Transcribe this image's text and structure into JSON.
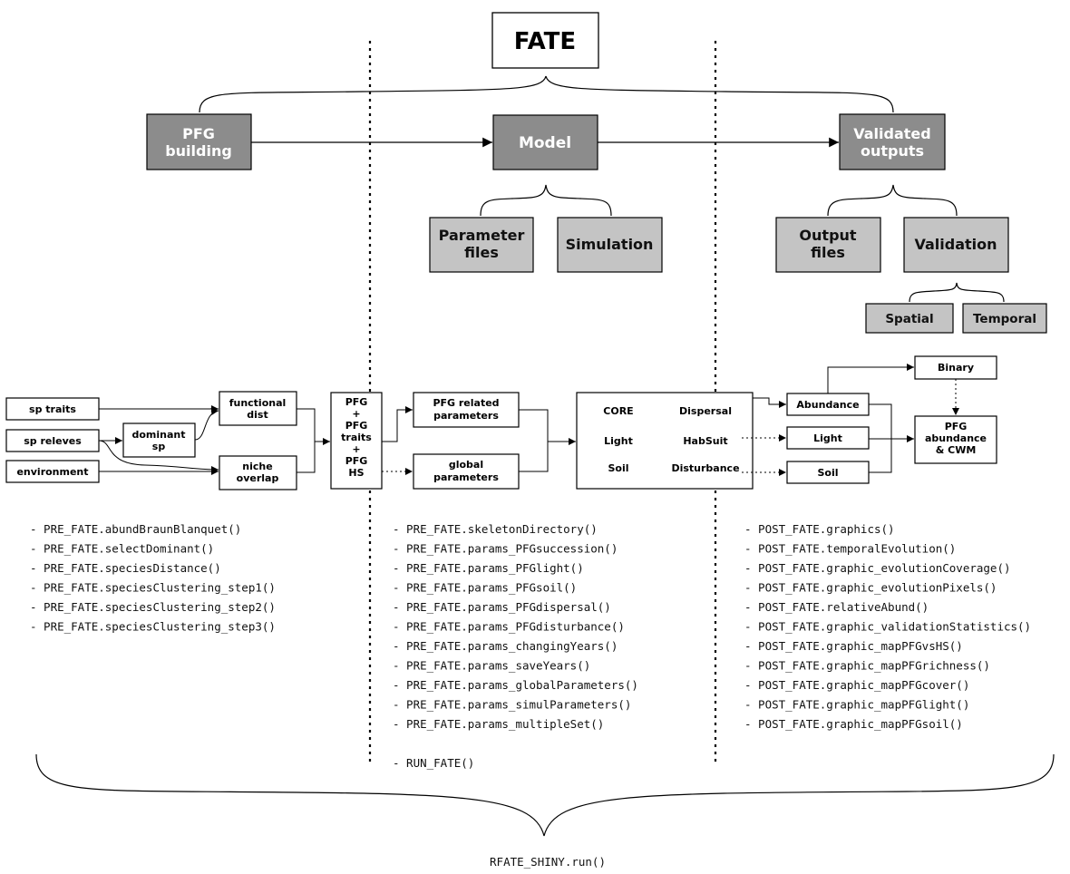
{
  "top": {
    "title": "FATE",
    "pfg_building": [
      "PFG",
      "building"
    ],
    "model": "Model",
    "validated_outputs": [
      "Validated",
      "outputs"
    ],
    "parameter_files": [
      "Parameter",
      "files"
    ],
    "simulation": "Simulation",
    "output_files": [
      "Output",
      "files"
    ],
    "validation": "Validation",
    "spatial": "Spatial",
    "temporal": "Temporal"
  },
  "workflow": {
    "sp_traits": "sp traits",
    "sp_releves": "sp releves",
    "environment": "environment",
    "dominant_sp": [
      "dominant",
      "sp"
    ],
    "functional_dist": [
      "functional",
      "dist"
    ],
    "niche_overlap": [
      "niche",
      "overlap"
    ],
    "pfg_stack": [
      "PFG",
      "+",
      "PFG",
      "traits",
      "+",
      "PFG",
      "HS"
    ],
    "pfg_related_parameters": [
      "PFG related",
      "parameters"
    ],
    "global_parameters": [
      "global",
      "parameters"
    ],
    "core_box": {
      "core": "CORE",
      "dispersal": "Dispersal",
      "light": "Light",
      "habsuit": "HabSuit",
      "soil": "Soil",
      "disturbance": "Disturbance"
    },
    "abundance": "Abundance",
    "light_out": "Light",
    "soil_out": "Soil",
    "binary": "Binary",
    "pfg_abundance_cwm": [
      "PFG",
      "abundance",
      "& CWM"
    ]
  },
  "functions": {
    "pre": [
      "- PRE_FATE.abundBraunBlanquet()",
      "- PRE_FATE.selectDominant()",
      "- PRE_FATE.speciesDistance()",
      "- PRE_FATE.speciesClustering_step1()",
      "- PRE_FATE.speciesClustering_step2()",
      "- PRE_FATE.speciesClustering_step3()"
    ],
    "params": [
      "- PRE_FATE.skeletonDirectory()",
      "- PRE_FATE.params_PFGsuccession()",
      "- PRE_FATE.params_PFGlight()",
      "- PRE_FATE.params_PFGsoil()",
      "- PRE_FATE.params_PFGdispersal()",
      "- PRE_FATE.params_PFGdisturbance()",
      "- PRE_FATE.params_changingYears()",
      "- PRE_FATE.params_saveYears()",
      "- PRE_FATE.params_globalParameters()",
      "- PRE_FATE.params_simulParameters()",
      "- PRE_FATE.params_multipleSet()"
    ],
    "run": "- RUN_FATE()",
    "post": [
      "- POST_FATE.graphics()",
      "- POST_FATE.temporalEvolution()",
      "- POST_FATE.graphic_evolutionCoverage()",
      "- POST_FATE.graphic_evolutionPixels()",
      "- POST_FATE.relativeAbund()",
      "- POST_FATE.graphic_validationStatistics()",
      "- POST_FATE.graphic_mapPFGvsHS()",
      "- POST_FATE.graphic_mapPFGrichness()",
      "- POST_FATE.graphic_mapPFGcover()",
      "- POST_FATE.graphic_mapPFGlight()",
      "- POST_FATE.graphic_mapPFGsoil()"
    ],
    "shiny": "RFATE_SHINY.run()"
  },
  "colors": {
    "dark_box": "#8c8c8c",
    "light_box": "#c4c4c4",
    "line": "#000000"
  }
}
